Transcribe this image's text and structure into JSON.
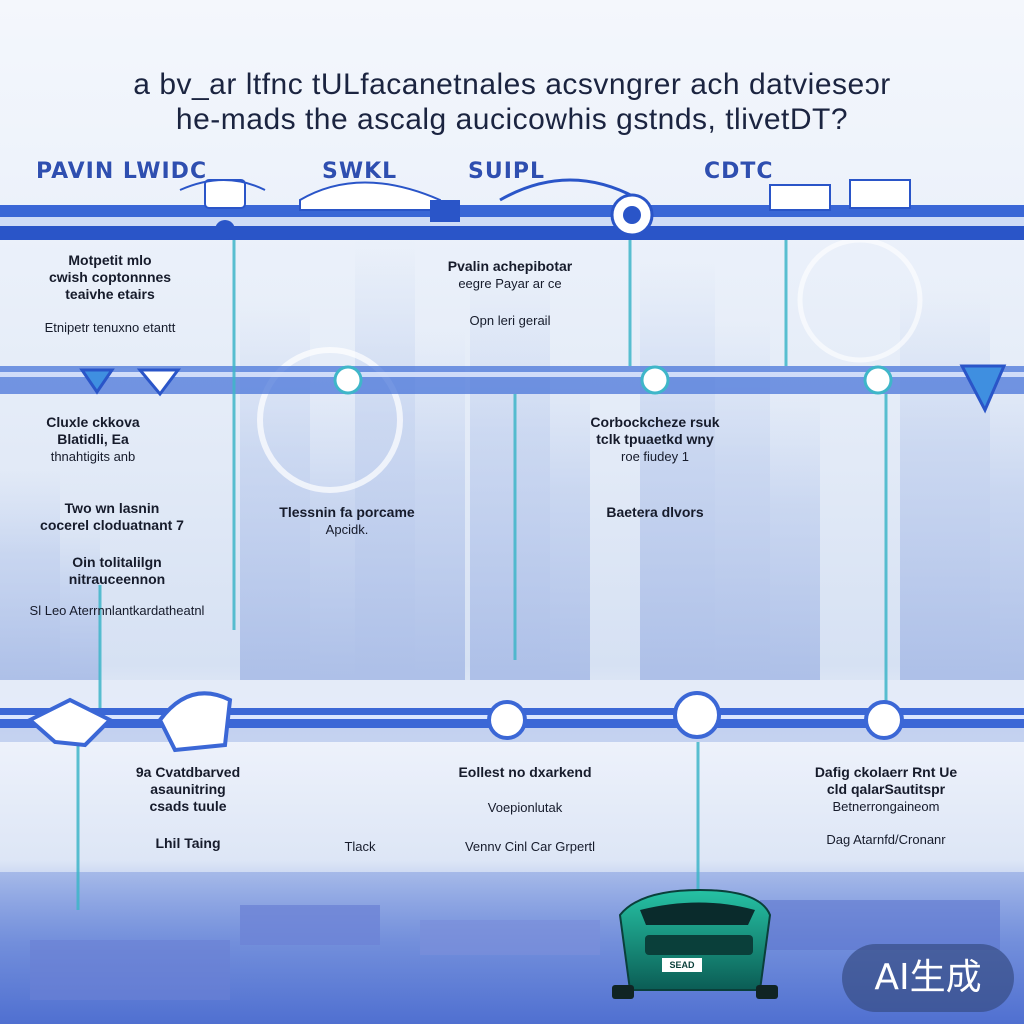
{
  "title": {
    "line1": "a bv_ar ltfnc tULfacanetnales acsvngrer ach datvieseɔr",
    "line2": "he-mads the ascalg aucicowhis gstnds, tlivetDT?"
  },
  "tabs": [
    {
      "label": "PAVIN LWIDC"
    },
    {
      "label": "SWKL"
    },
    {
      "label": "SUIPL"
    },
    {
      "label": "CDTC"
    }
  ],
  "row1": [
    {
      "lines": [
        "Motpetit mlo",
        "cwish coptonnnes",
        "teaivhe etairs"
      ],
      "note": "Etnipetr tenuxno etantt"
    },
    {
      "lines": [
        "Pvalin achepibotar",
        "eegre Payar ar ce"
      ],
      "note": "Opn leri gerail"
    }
  ],
  "row2": [
    {
      "lines": [
        "Cluxle ckkova",
        "Blatidli, Ea",
        "thnahtigits anb"
      ]
    },
    {
      "lines": [
        "Two wn lasnin",
        "cocerel cloduatnant 7"
      ]
    },
    {
      "lines": [
        "Oin tolitalilgn",
        "nitrauceennon"
      ],
      "note": "Sl Leo Aterrnnlantkardatheatnl"
    },
    {
      "lines": [
        "Tlessnin fa porcame",
        "Apcidk."
      ]
    },
    {
      "lines": [
        "Corbockcheze rsuk",
        "tclk tpuaetkd wny"
      ],
      "note": "roe fiudey 1"
    },
    {
      "lines": [
        "Baetera dlvors"
      ]
    }
  ],
  "row3": [
    {
      "lines": [
        "9a Cvatdbarved",
        "asaunitring",
        "csads tuule"
      ],
      "note": "Lhil Taing"
    },
    {
      "lines": [
        "Tlack"
      ]
    },
    {
      "lines": [
        "Eollest no dxarkend"
      ],
      "note": "Voepionlutak"
    },
    {
      "lines": [
        "Vennv Cinl Car Grpertl"
      ]
    },
    {
      "lines": [
        "Dafig ckolaerr Rnt Ue",
        "cld qalarSautitspr",
        "Betnerrongaineom"
      ],
      "note": "Dag Atarnfd/Cronanr"
    }
  ],
  "car": {
    "plate": "SEAD"
  },
  "badge": {
    "text": "AI生成"
  },
  "colors": {
    "band": "#3a67d6",
    "band_dark": "#2a55c8",
    "connector": "#3fb6c9",
    "car": "#0e8f7c",
    "title": "#1b2440"
  }
}
